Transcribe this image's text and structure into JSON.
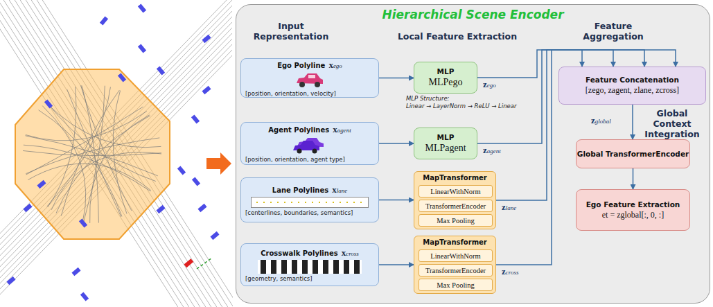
{
  "diagram": {
    "nodes": [
      {
        "text": [
          "Hierarchical Scene Encoder"
        ]
      },
      {
        "text": [
          "Ego Polyline",
          "xego",
          "[position, orientation, velocity]"
        ],
        "in": 0
      },
      {
        "text": [
          "MLP",
          "MLPego"
        ],
        "in": 0
      },
      {
        "text": [
          "Agent Polylines",
          "xagent",
          "[position, orientation, agent type]"
        ],
        "in": 0
      },
      {
        "text": [
          "MLP",
          "MLPagent"
        ],
        "in": 0
      },
      {
        "text": [
          "Lane Polylines",
          "xlane",
          "[centerlines, boundaries, semantics]"
        ],
        "in": 0
      },
      {
        "text": [
          "MapTransformer"
        ],
        "in": 0
      },
      {
        "text": [
          "LinearWithNorm"
        ],
        "in": 6
      },
      {
        "text": [
          "TransformerEncoder"
        ],
        "in": 6
      },
      {
        "text": [
          "Max Pooling"
        ],
        "in": 6
      },
      {
        "text": [
          "Crosswalk Polylines",
          "xcross",
          "[geometry, semantics]"
        ],
        "in": 0
      },
      {
        "text": [
          "MapTransformer"
        ],
        "in": 0
      },
      {
        "text": [
          "LinearWithNorm"
        ],
        "in": 11
      },
      {
        "text": [
          "TransformerEncoder"
        ],
        "in": 11
      },
      {
        "text": [
          "Max Pooling"
        ],
        "in": 11
      },
      {
        "text": [
          "Feature Concatenation",
          "[zego, zagent, zlane, zcross]"
        ],
        "in": 0
      },
      {
        "text": [
          "Global TransformerEncoder"
        ],
        "in": 0
      },
      {
        "text": [
          "Ego Feature Extraction",
          "et = zglobal[:, 0, :]"
        ],
        "in": 0
      }
    ],
    "edges": [
      {
        "from": 1,
        "to": 2,
        "arrow": "to"
      },
      {
        "from": 3,
        "to": 4,
        "arrow": "to"
      },
      {
        "from": 5,
        "to": 6,
        "arrow": "to"
      },
      {
        "from": 10,
        "to": 11,
        "arrow": "to"
      },
      {
        "from": 2,
        "to": 15,
        "arrow": "to",
        "label": "zego"
      },
      {
        "from": 4,
        "to": 15,
        "arrow": "to",
        "label": "zagent"
      },
      {
        "from": 6,
        "to": 15,
        "arrow": "to",
        "label": "zlane"
      },
      {
        "from": 11,
        "to": 15,
        "arrow": "to",
        "label": "zcross"
      },
      {
        "from": 15,
        "to": 16,
        "arrow": "to",
        "label": "zglobal"
      },
      {
        "from": 16,
        "to": 17,
        "arrow": "to"
      }
    ],
    "labels": [
      "Input Representation",
      "Local Feature Extraction",
      "Feature Aggregation",
      "MLP Structure:",
      "Linear → LayerNorm → ReLU → Linear",
      "Global Context Integration"
    ]
  }
}
